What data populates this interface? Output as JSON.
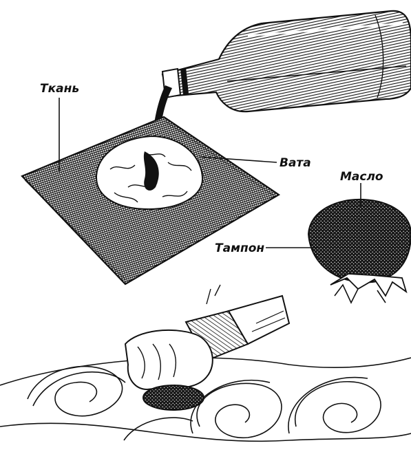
{
  "labels": {
    "fabric": "Ткань",
    "cotton": "Вата",
    "oil": "Масло",
    "pad": "Тампон"
  },
  "colors": {
    "ink": "#111111",
    "paper": "#ffffff"
  }
}
